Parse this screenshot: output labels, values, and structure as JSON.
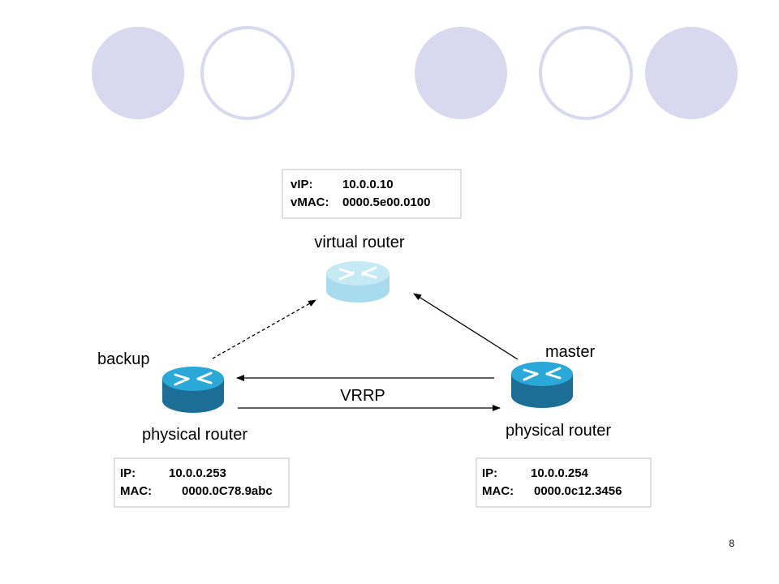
{
  "colors": {
    "circle_fill": "#d8d8ee",
    "circle_outline": "#d8d8ee",
    "router_top": "#2aa8d8",
    "router_side": "#1c6e96",
    "virtual_router_top": "#c5eaf5",
    "virtual_router_side": "#a8dbee",
    "arrow": "#000000"
  },
  "icons": {
    "router": "router-icon",
    "virtual_router": "virtual-router-icon"
  },
  "virtual_router": {
    "label": "virtual router",
    "ip_key": "vIP:",
    "ip_value": "10.0.0.10",
    "mac_key": "vMAC:",
    "mac_value": "0000.5e00.0100"
  },
  "backup_router": {
    "role": "backup",
    "label": "physical router",
    "ip_key": "IP:",
    "ip_value": "10.0.0.253",
    "mac_key": "MAC:",
    "mac_value": "0000.0C78.9abc"
  },
  "master_router": {
    "role": "master",
    "label": "physical router",
    "ip_key": "IP:",
    "ip_value": "10.0.0.254",
    "mac_key": "MAC:",
    "mac_value": "0000.0c12.3456"
  },
  "protocol_label": "VRRP",
  "page_number": "8"
}
